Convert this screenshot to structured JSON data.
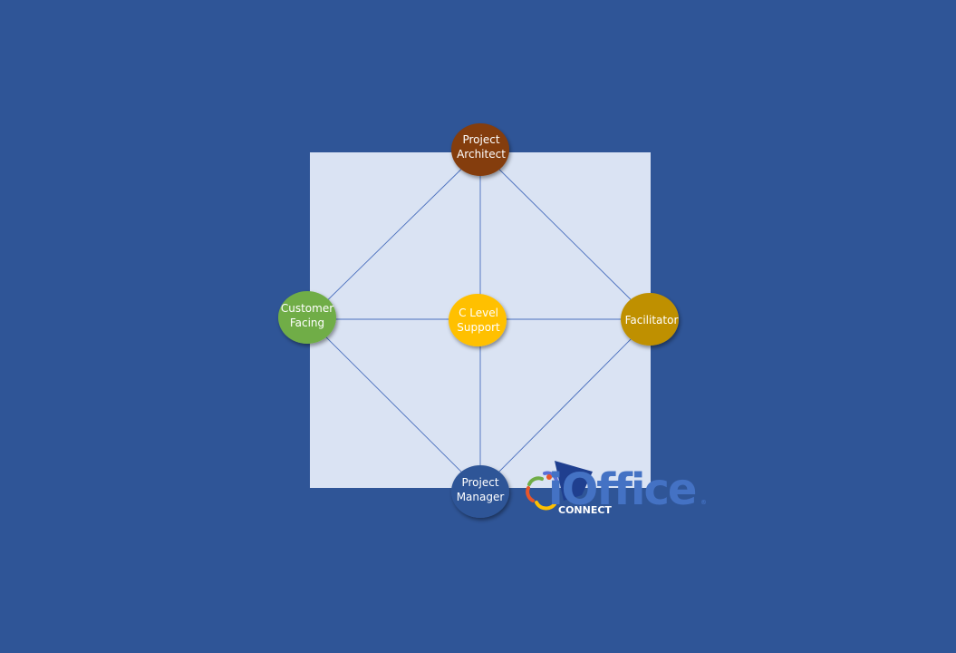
{
  "colors": {
    "background": "#2f5597",
    "square_fill": "#dae3f3",
    "connector": "#4a6fbe",
    "architect": "#843c0c",
    "customer": "#70ad47",
    "center": "#ffc000",
    "facilitator": "#bf9000",
    "manager": "#2f5597",
    "logo_text": "#4472c4"
  },
  "nodes": {
    "architect": {
      "line1": "Project",
      "line2": "Architect",
      "color_key": "architect"
    },
    "customer": {
      "line1": "Customer",
      "line2": "Facing",
      "color_key": "customer"
    },
    "center": {
      "line1": "C Level",
      "line2": "Support",
      "color_key": "center"
    },
    "facilitator": {
      "line1": "Facilitator",
      "line2": "",
      "color_key": "facilitator"
    },
    "manager": {
      "line1": "Project",
      "line2": "Manager",
      "color_key": "manager"
    }
  },
  "logo": {
    "wordmark": "iOffice",
    "tagline": "CONNECT",
    "registered": "®"
  }
}
